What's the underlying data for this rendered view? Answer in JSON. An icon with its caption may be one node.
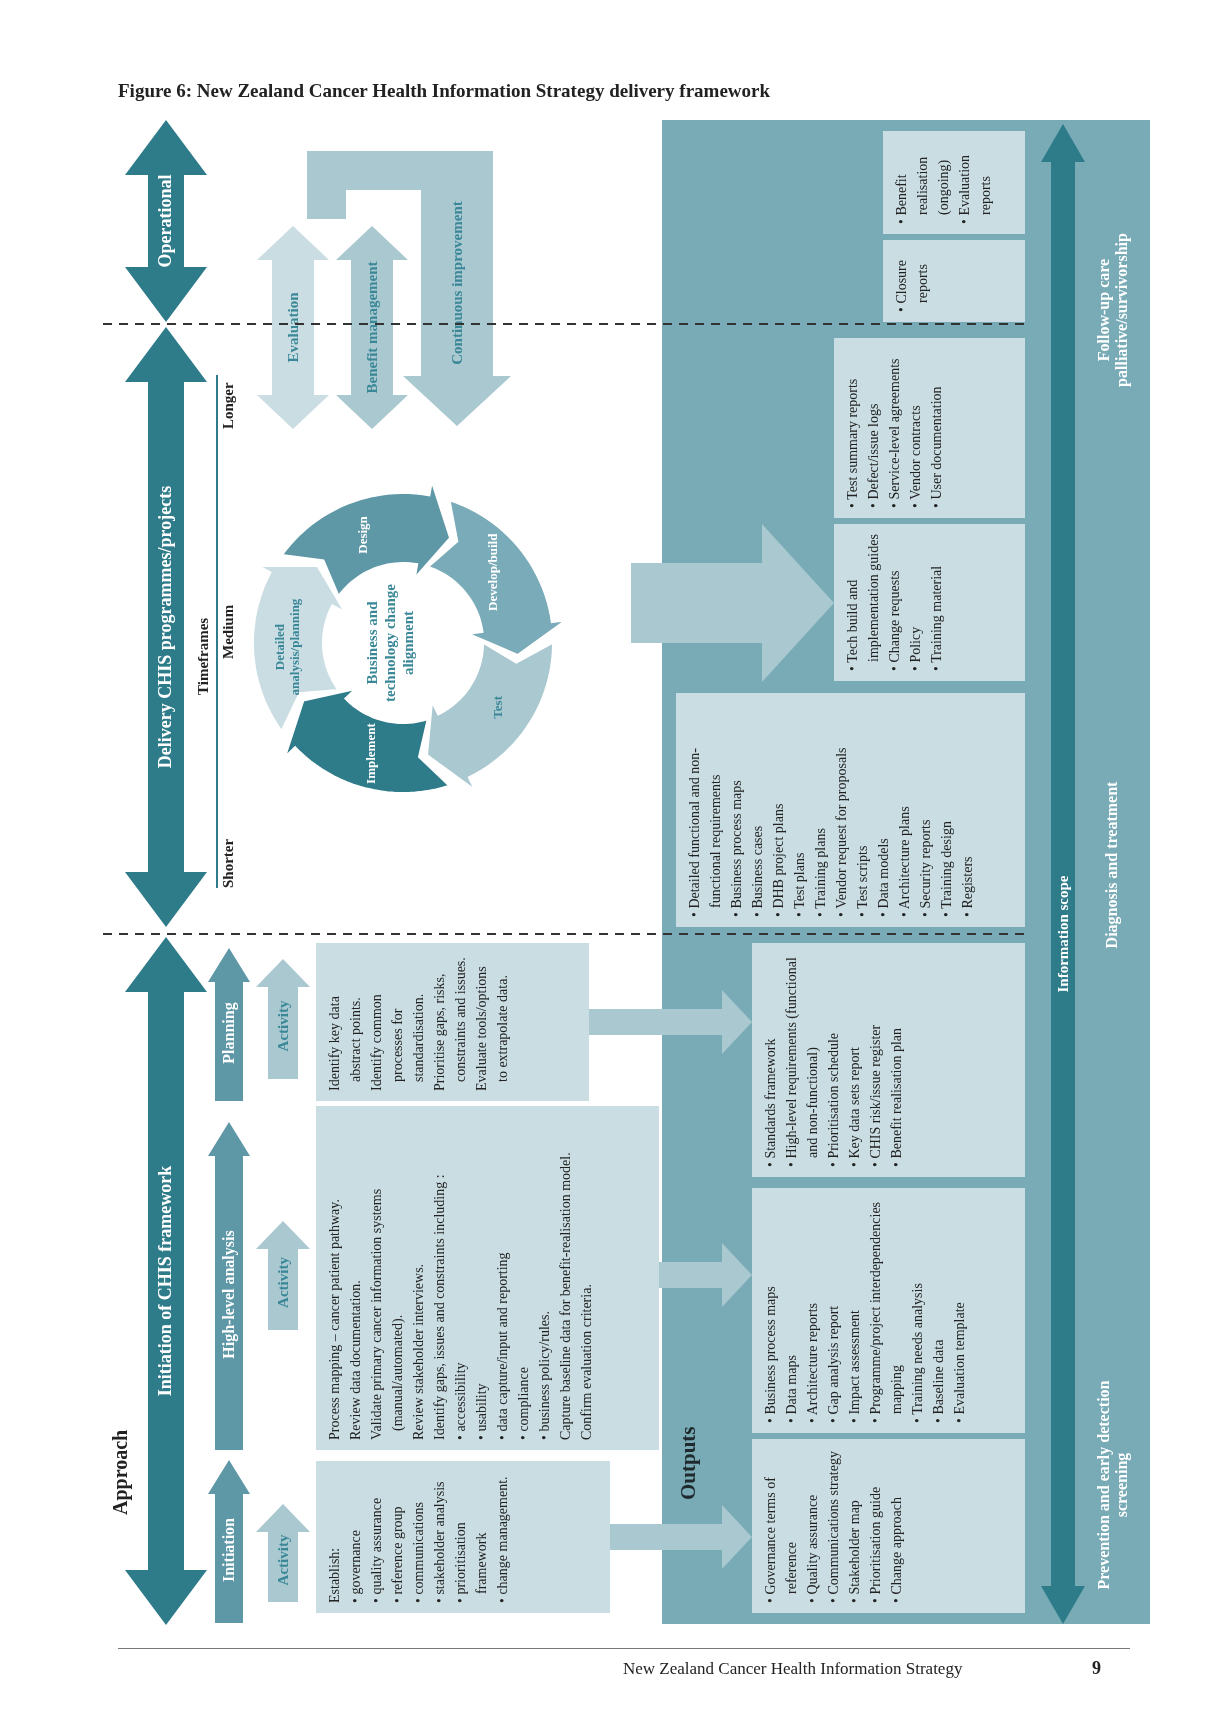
{
  "diagram": {
    "title": "Figure 6: New Zealand Cancer Health Information Strategy delivery framework",
    "nodes": [
      {
        "text": [
          "Initiation of CHIS framework"
        ]
      },
      {
        "text": [
          "Delivery CHIS programmes/projects"
        ]
      },
      {
        "text": [
          "Operational"
        ]
      },
      {
        "text": [
          "Initiation"
        ]
      },
      {
        "text": [
          "High-level analysis"
        ]
      },
      {
        "text": [
          "Planning"
        ]
      },
      {
        "text": [
          "Activity"
        ]
      },
      {
        "text": [
          "Activity"
        ]
      },
      {
        "text": [
          "Activity"
        ]
      },
      {
        "text": [
          "Establish:",
          "• governance",
          "• quality assurance",
          "• reference group",
          "• communications",
          "• stakeholder analysis",
          "• prioritisation framework",
          "• change management."
        ]
      },
      {
        "text": [
          "Process mapping – cancer patient pathway.",
          "Review data documentation.",
          "Validate primary cancer information systems (manual/automated).",
          "Review stakeholder interviews.",
          "Identify gaps, issues and constraints including :",
          "• accessibility",
          "• usability",
          "• data capture/input and reporting",
          "• compliance",
          "• business policy/rules.",
          "Capture baseline data for benefit-realisation model.",
          "Confirm evaluation criteria."
        ]
      },
      {
        "text": [
          "Identify key data abstract points.",
          "Identify common processes for standardisation.",
          "Prioritise gaps, risks, constraints and issues.",
          "Evaluate tools/options to extrapolate data."
        ]
      },
      {
        "text": [
          "Business and technology change alignment"
        ]
      },
      {
        "text": [
          "Detailed analysis/planning"
        ]
      },
      {
        "text": [
          "Design"
        ]
      },
      {
        "text": [
          "Develop/build"
        ]
      },
      {
        "text": [
          "Test"
        ]
      },
      {
        "text": [
          "Implement"
        ]
      },
      {
        "text": [
          "Evaluation"
        ]
      },
      {
        "text": [
          "Benefit management"
        ]
      },
      {
        "text": [
          "Continuous improvement"
        ]
      },
      {
        "text": [
          "Outputs"
        ]
      },
      {
        "text": [
          "• Governance terms of reference",
          "• Quality assurance",
          "• Communications strategy",
          "• Stakeholder map",
          "• Prioritisation guide",
          "• Change approach"
        ],
        "in": 21
      },
      {
        "text": [
          "• Business process maps",
          "• Data maps",
          "• Architecture reports",
          "• Gap analysis report",
          "• Impact assessment",
          "• Programme/project interdependencies mapping",
          "• Training needs analysis",
          "• Baseline data",
          "• Evaluation template"
        ],
        "in": 21
      },
      {
        "text": [
          "• Standards framework",
          "• High-level requirements (functional and non-functional)",
          "• Prioritisation schedule",
          "• Key data sets report",
          "• CHIS risk/issue register",
          "• Benefit realisation plan"
        ],
        "in": 21
      },
      {
        "text": [
          "• Detailed functional and non-functional requirements",
          "• Business process maps",
          "• Business cases",
          "• DHB project plans",
          "• Test plans",
          "• Training plans",
          "• Vendor request for proposals",
          "• Test scripts",
          "• Data models",
          "• Architecture plans",
          "• Security reports",
          "• Training design",
          "• Registers"
        ],
        "in": 21
      },
      {
        "text": [
          "• Tech build and implementation guides",
          "• Change requests",
          "• Policy",
          "• Training material"
        ],
        "in": 21
      },
      {
        "text": [
          "• Test summary reports",
          "• Defect/issue logs",
          "• Service-level agreements",
          "• Vendor contracts",
          "• User documentation"
        ],
        "in": 21
      },
      {
        "text": [
          "• Closure reports"
        ],
        "in": 21
      },
      {
        "text": [
          "• Benefit realisation (ongoing)",
          "• Evaluation reports"
        ],
        "in": 21
      },
      {
        "text": [
          "Information scope"
        ],
        "in": 21,
        "beside": [
          "Prevention and early detection screening",
          "Diagnosis and treatment",
          "Follow-up care palliative/survivorship"
        ]
      }
    ],
    "edges": [
      {
        "from": 9,
        "to": 22,
        "arrow": "to"
      },
      {
        "from": 10,
        "to": 23,
        "arrow": "to"
      },
      {
        "from": 11,
        "to": 24,
        "arrow": "to"
      },
      {
        "from": null,
        "to": 26,
        "arrow": "to"
      }
    ],
    "labels": [
      "Approach",
      "Timeframes",
      "Shorter",
      "Medium",
      "Longer",
      "New Zealand Cancer Health Information Strategy",
      "9"
    ]
  }
}
